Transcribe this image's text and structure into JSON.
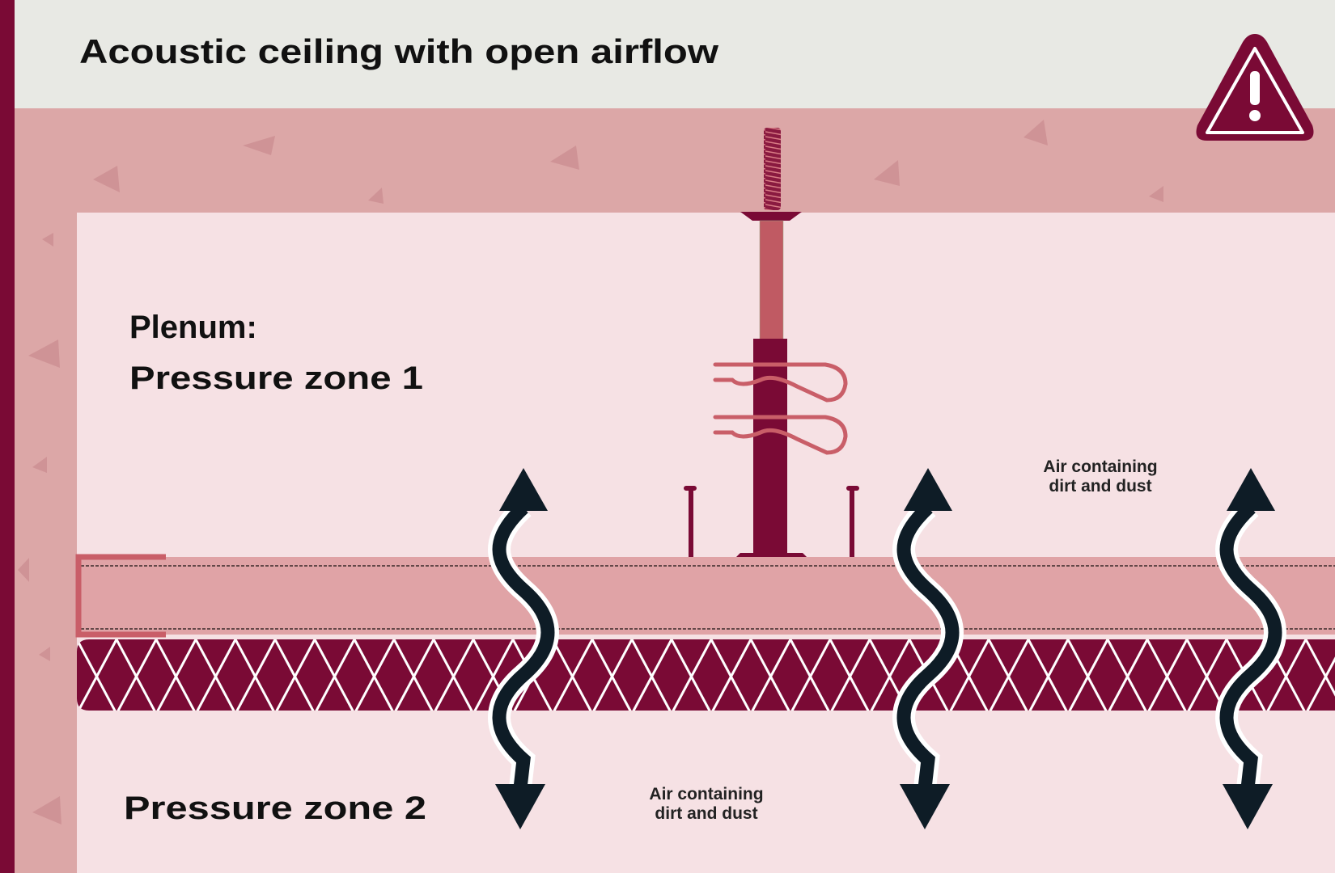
{
  "title": "Acoustic ceiling with open airflow",
  "warning_icon": "warning-triangle-icon",
  "labels": {
    "plenum": "Plenum:",
    "zone1": "Pressure zone 1",
    "zone2": "Pressure zone 2",
    "air_upper": [
      "Air containing",
      "dirt and dust"
    ],
    "air_lower": [
      "Air containing",
      "dirt and dust"
    ]
  },
  "colors": {
    "accent": "#7a0a35",
    "header_bg": "#e8e9e4",
    "concrete": "#dca7a7",
    "plenum_bg": "#f6e1e4",
    "ceiling_tile": "#e0a3a6",
    "bracket": "#c95e68",
    "arrow": "#0e1c26"
  }
}
